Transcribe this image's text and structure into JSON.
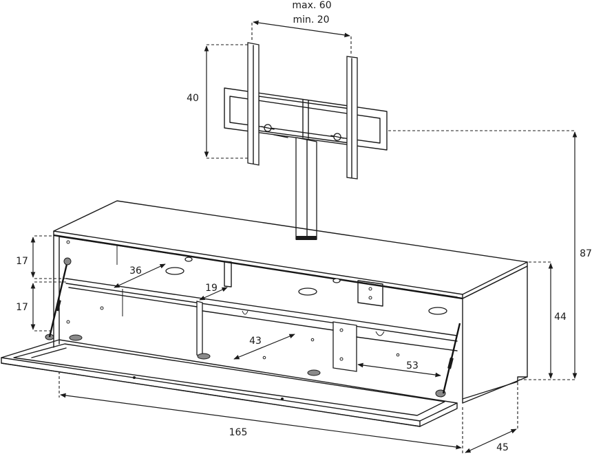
{
  "labels": {
    "width_max": "max. 60",
    "width_min": "min. 20",
    "bracket_height": "40",
    "total_height": "87",
    "cabinet_height": "44",
    "shelf_upper": "17",
    "shelf_lower": "17",
    "depth_left": "36",
    "depth_mid_small": "19",
    "depth_mid": "43",
    "depth_right": "53",
    "length": "165",
    "depth": "45"
  }
}
